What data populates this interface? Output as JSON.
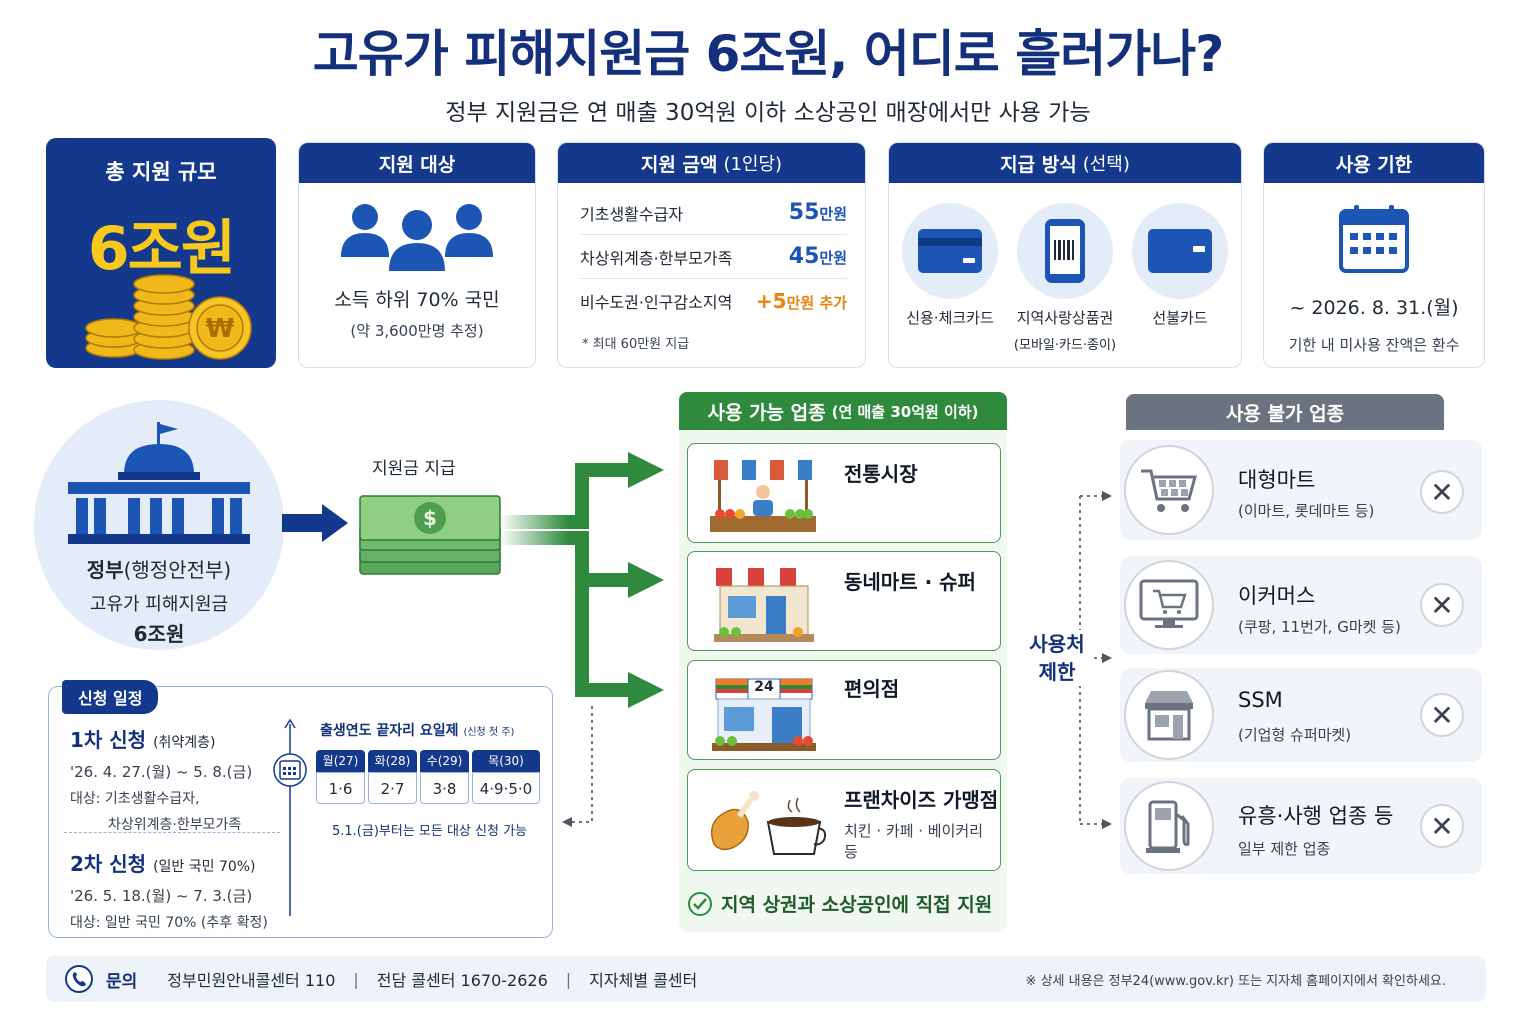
{
  "header": {
    "title": "고유가 피해지원금 6조원, 어디로 흘러가나?",
    "subtitle": "정부 지원금은 연 매출 30억원 이하 소상공인 매장에서만 사용 가능"
  },
  "total": {
    "label": "총 지원 규모",
    "value": "6조원"
  },
  "target": {
    "head": "지원 대상",
    "main": "소득 하위 70% 국민",
    "sub": "(약 3,600만명 추정)"
  },
  "amount": {
    "head": "지원 금액",
    "head_sub": "(1인당)",
    "rows": [
      {
        "label": "기초생활수급자",
        "value": "55",
        "unit": "만원"
      },
      {
        "label": "차상위계층·한부모가족",
        "value": "45",
        "unit": "만원"
      },
      {
        "label": "비수도권·인구감소지역",
        "value": "+5",
        "unit": "만원 추가"
      }
    ],
    "note": "* 최대 60만원 지급"
  },
  "payment": {
    "head": "지급 방식",
    "head_sub": "(선택)",
    "methods": [
      {
        "label": "신용·체크카드",
        "icon": "credit-card-icon"
      },
      {
        "label": "지역사랑상품권",
        "sub": "(모바일·카드·종이)",
        "icon": "mobile-voucher-icon"
      },
      {
        "label": "선불카드",
        "icon": "prepaid-card-icon"
      }
    ]
  },
  "deadline": {
    "head": "사용 기한",
    "date": "~ 2026. 8. 31.(월)",
    "note": "기한 내 미사용 잔액은 환수"
  },
  "government": {
    "name_bold": "정부",
    "name_rest": "(행정안전부)",
    "line2": "고유가 피해지원금",
    "line3": "6조원"
  },
  "flow_label": "지원금 지급",
  "allowed": {
    "head": "사용 가능 업종",
    "head_sub": "(연 매출 30억원 이하)",
    "items": [
      {
        "title": "전통시장"
      },
      {
        "title": "동네마트 · 슈퍼"
      },
      {
        "title": "편의점",
        "sign": "24"
      },
      {
        "title": "프랜차이즈 가맹점",
        "sub": "치킨 · 카페 · 베이커리 등"
      }
    ],
    "footer": "지역 상권과 소상공인에 직접 지원"
  },
  "restriction_label": [
    "사용처",
    "제한"
  ],
  "banned": {
    "head": "사용 불가 업종",
    "items": [
      {
        "title": "대형마트",
        "sub": "(이마트, 롯데마트 등)"
      },
      {
        "title": "이커머스",
        "sub": "(쿠팡, 11번가, G마켓 등)"
      },
      {
        "title": "SSM",
        "sub": "(기업형 슈퍼마켓)"
      },
      {
        "title": "유흥·사행 업종 등",
        "sub": "일부 제한 업종"
      }
    ]
  },
  "schedule": {
    "tag": "신청 일정",
    "phase1": {
      "title": "1차 신청",
      "title_sub": "(취약계층)",
      "dates": "'26. 4. 27.(월) ~ 5. 8.(금)",
      "target1": "대상: 기초생활수급자,",
      "target2": "차상위계층·한부모가족"
    },
    "phase2": {
      "title": "2차 신청",
      "title_sub": "(일반 국민 70%)",
      "dates": "'26. 5. 18.(월) ~ 7. 3.(금)",
      "target1": "대상: 일반 국민 70% (추후 확정)"
    },
    "rule_title": "출생연도 끝자리 요일제",
    "rule_sub": "(신청 첫 주)",
    "days": [
      {
        "head": "월(27)",
        "val": "1·6"
      },
      {
        "head": "화(28)",
        "val": "2·7"
      },
      {
        "head": "수(29)",
        "val": "3·8"
      },
      {
        "head": "목(30)",
        "val": "4·9·5·0"
      }
    ],
    "rule_note": "5.1.(금)부터는 모든 대상 신청 가능"
  },
  "footer": {
    "label": "문의",
    "contacts": [
      "정부민원안내콜센터 110",
      "전담 콜센터 1670-2626",
      "지자체별 콜센터"
    ],
    "note": "※ 상세 내용은 정부24(www.gov.kr) 또는 지자체 홈페이지에서 확인하세요."
  },
  "colors": {
    "navy": "#14398c",
    "green": "#2f8a3e",
    "gold": "#f8c81c",
    "orange": "#e8830c",
    "gray": "#6b7280"
  }
}
